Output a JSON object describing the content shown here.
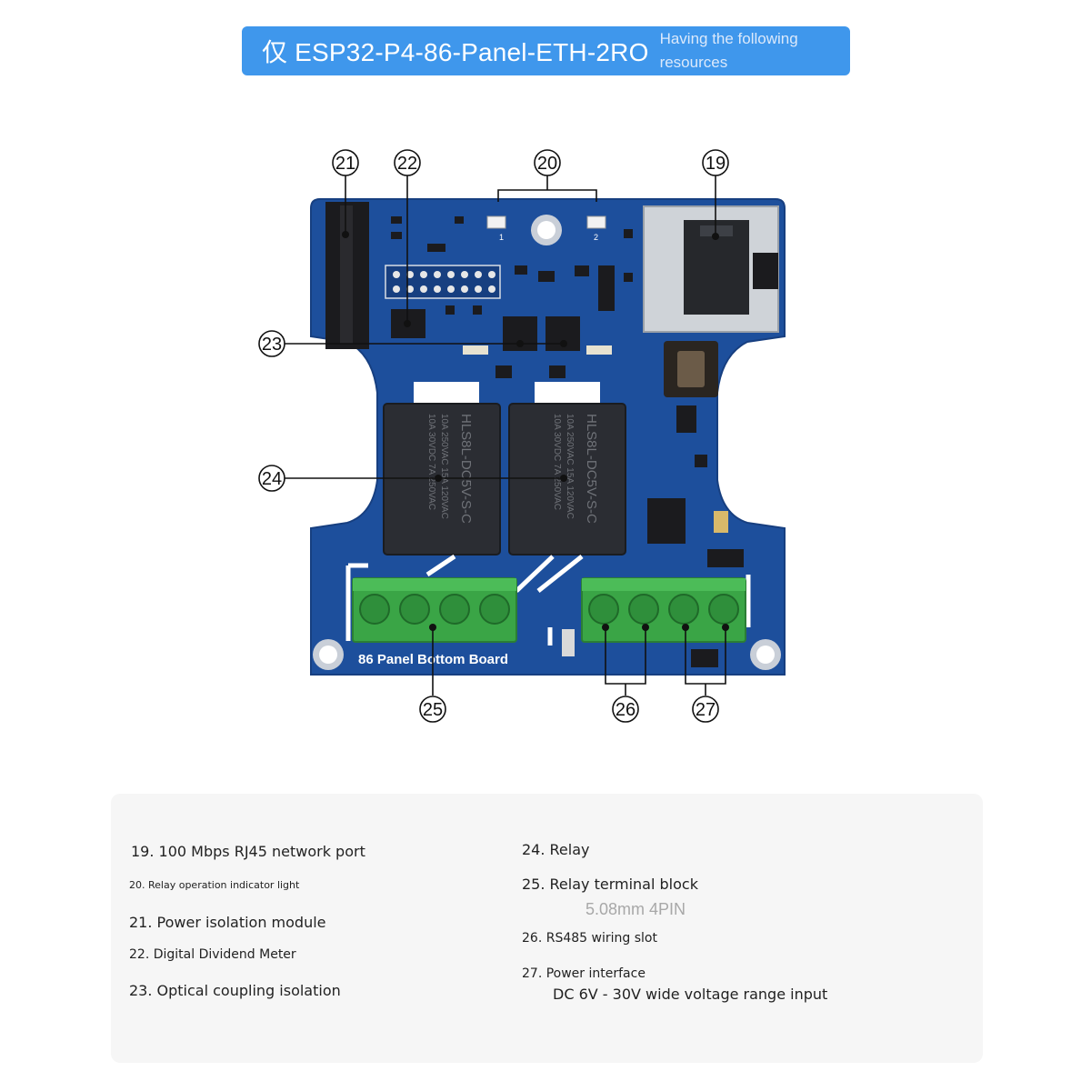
{
  "header": {
    "title": "仅 ESP32-P4-86-Panel-ETH-2RO",
    "subtitle_line1": "Having the following",
    "subtitle_line2": "resources"
  },
  "board": {
    "label": "86 Panel Bottom Board",
    "relay_text_line1": "HLS8L-DC5V-S-C",
    "relay_text_line2": "10A 250VAC  15A 120VAC",
    "relay_text_line3": "10A 30VDC  7A 250VAC",
    "colors": {
      "pcb": "#1d4f9c",
      "pcb_edge": "#173f80",
      "terminal": "#3aa546",
      "relay": "#2b2d33",
      "rj45": "#cfd3d8",
      "banner": "#3f97ec"
    }
  },
  "callouts": [
    "19",
    "20",
    "21",
    "22",
    "23",
    "24",
    "25",
    "26",
    "27"
  ],
  "led_labels": [
    "1",
    "2"
  ],
  "legend": {
    "left": [
      "19. 100 Mbps RJ45 network port",
      "20. Relay operation indicator light",
      "21. Power isolation module",
      "22. Digital Dividend Meter",
      "23. Optical coupling isolation"
    ],
    "right": [
      "24. Relay",
      "25. Relay terminal block",
      "26. RS485 wiring slot",
      "27. Power interface"
    ],
    "item25_detail": "5.08mm 4PIN",
    "item27_detail": "DC 6V - 30V wide voltage range input"
  }
}
